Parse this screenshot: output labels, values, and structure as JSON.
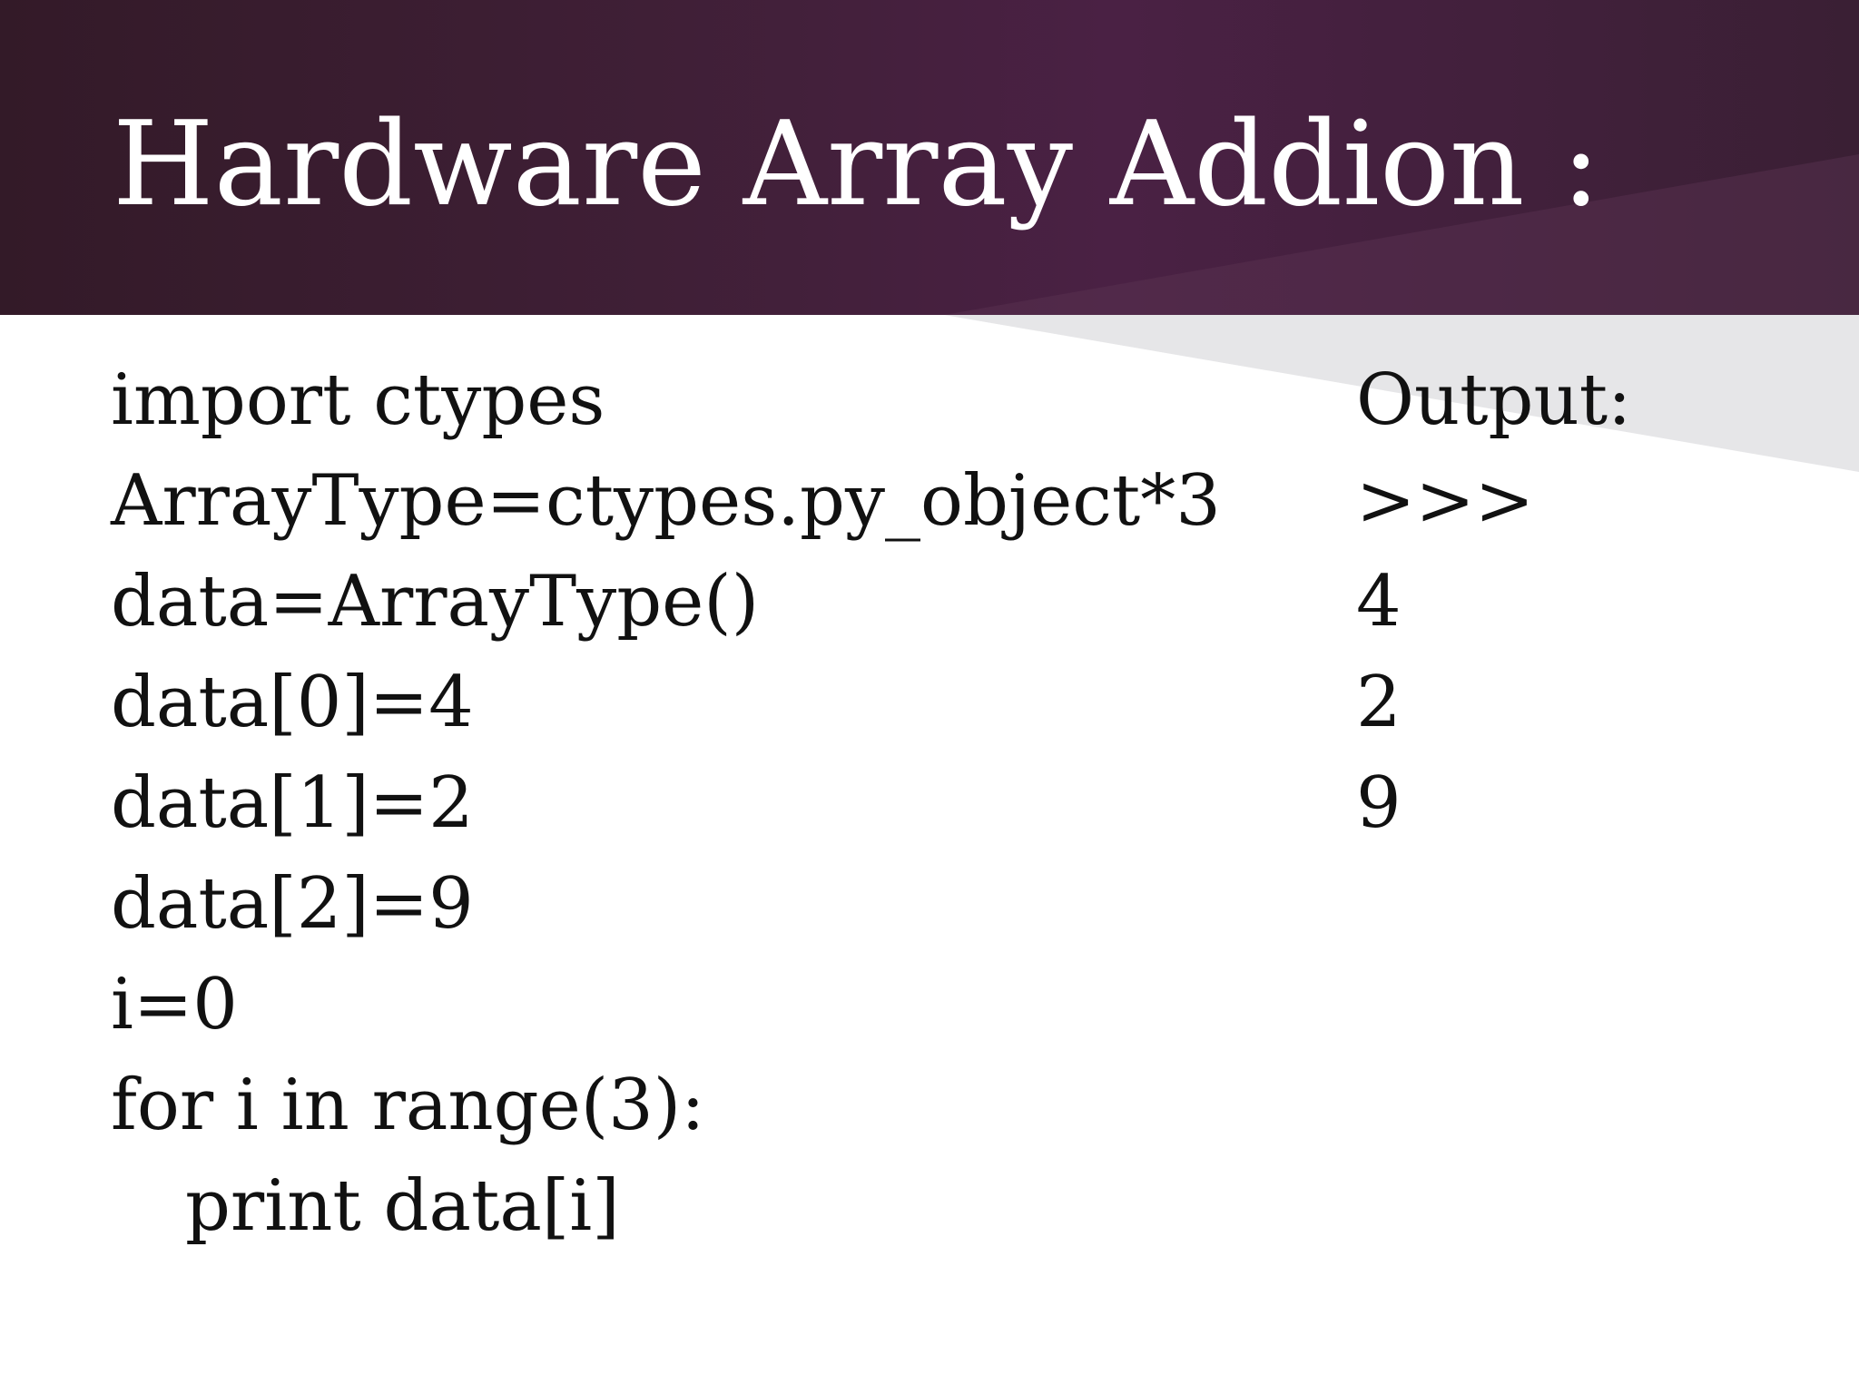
{
  "slide": {
    "title": "Hardware Array Addion :",
    "code_lines": [
      "import ctypes",
      "ArrayType=ctypes.py_object*3",
      "data=ArrayType()",
      "data[0]=4",
      "data[1]=2",
      "data[2]=9",
      "i=0",
      "for i in range(3):",
      "print data[i]"
    ],
    "output": {
      "label": "Output:",
      "lines": [
        ">>>",
        "4",
        "2",
        "9"
      ]
    }
  },
  "colors": {
    "header_dark": "#3f1f36",
    "header_accent": "#4a2144",
    "text": "#111111",
    "title_text": "#ffffff",
    "wedge_light": "#e6e6e8"
  }
}
